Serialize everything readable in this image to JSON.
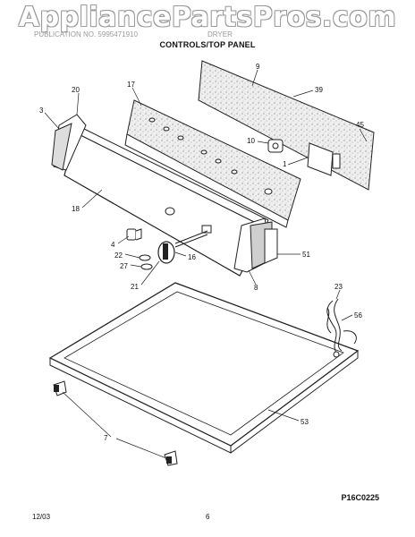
{
  "watermark": "AppliancePartsPros.com",
  "header": {
    "model_text": "PUBLICATION NO. 5995471910",
    "model_text_right": "DRYER",
    "title": "CONTROLS/TOP PANEL"
  },
  "diagram_code": "P16C0225",
  "footer": {
    "date": "12/03",
    "page": "6"
  },
  "callouts": {
    "c9": "9",
    "c39": "39",
    "c17": "17",
    "c20": "20",
    "c3": "3",
    "c45": "45",
    "c10": "10",
    "c1": "1",
    "c18": "18",
    "c4": "4",
    "c22": "22",
    "c27": "27",
    "c16": "16",
    "c21": "21",
    "c51": "51",
    "c8": "8",
    "c23": "23",
    "c56": "56",
    "c53": "53",
    "c7": "7"
  }
}
